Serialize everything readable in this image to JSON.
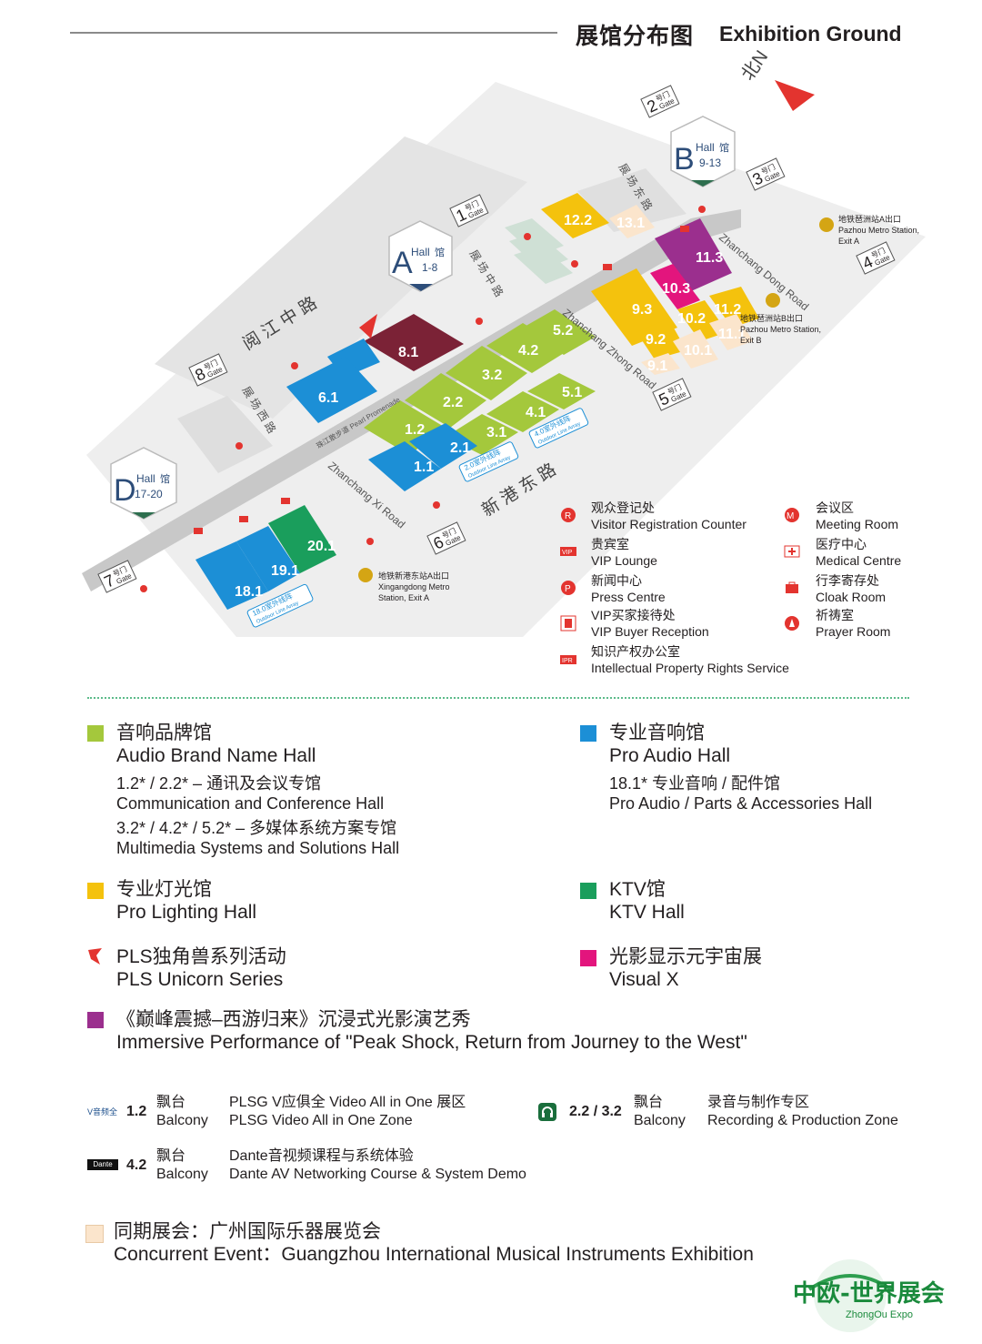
{
  "header": {
    "title_cn": "展馆分布图",
    "title_en": "Exhibition Ground"
  },
  "map": {
    "north_label": "北N",
    "gates": [
      {
        "num": "1",
        "cn": "号门",
        "en": "Gate"
      },
      {
        "num": "2",
        "cn": "号门",
        "en": "Gate"
      },
      {
        "num": "3",
        "cn": "号门",
        "en": "Gate"
      },
      {
        "num": "4",
        "cn": "号门",
        "en": "Gate"
      },
      {
        "num": "5",
        "cn": "号门",
        "en": "Gate"
      },
      {
        "num": "6",
        "cn": "号门",
        "en": "Gate"
      },
      {
        "num": "7",
        "cn": "号门",
        "en": "Gate"
      },
      {
        "num": "8",
        "cn": "号门",
        "en": "Gate"
      }
    ],
    "hall_badges": [
      {
        "letter": "A",
        "hall": "Hall",
        "guan": "馆",
        "range": "1-8"
      },
      {
        "letter": "B",
        "hall": "Hall",
        "guan": "馆",
        "range": "9-13"
      },
      {
        "letter": "D",
        "hall": "Hall",
        "guan": "馆",
        "range": "17-20"
      }
    ],
    "halls": [
      "8.1",
      "6.1",
      "1.2",
      "2.2",
      "3.2",
      "4.2",
      "5.2",
      "1.1",
      "2.1",
      "3.1",
      "4.1",
      "5.1",
      "12.2",
      "13.1",
      "11.3",
      "10.3",
      "11.2",
      "10.2",
      "9.3",
      "9.2",
      "10.1",
      "11.1",
      "9.1",
      "18.1",
      "19.1",
      "20.1"
    ],
    "roads": {
      "yuejiang": "阅 江 中 路",
      "xingang": "新 港 东 路",
      "zhanchang_xi_cn": "展 场 西 路",
      "zhanchang_xi_en": "Zhanchang Xi Road",
      "zhanchang_zhong_cn": "展 场 中 路",
      "zhanchang_zhong_en": "Zhanchang Zhong Road",
      "zhanchang_dong_cn": "展 场 东 路",
      "zhanchang_dong_en": "Zhanchang Dong Road",
      "promenade": "珠江散步道 Pearl Promenade"
    },
    "metro": [
      {
        "cn": "地铁琶洲站A出口",
        "en1": "Pazhou Metro Station,",
        "en2": "Exit A"
      },
      {
        "cn": "地铁琶洲站B出口",
        "en1": "Pazhou Metro Station,",
        "en2": "Exit B"
      },
      {
        "cn": "地铁新港东站A出口",
        "en1": "Xingangdong Metro",
        "en2": "Station, Exit A"
      }
    ],
    "outdoor": [
      {
        "cn": "2.0室外线阵",
        "en": "Outdoor Line Array"
      },
      {
        "cn": "4.0室外线阵",
        "en": "Outdoor Line Array"
      },
      {
        "cn": "18.0室外线阵",
        "en": "Outdoor Line Array"
      }
    ]
  },
  "facilities": [
    {
      "cn": "观众登记处",
      "en": "Visitor Registration Counter",
      "icon": "registration-icon"
    },
    {
      "cn": "会议区",
      "en": "Meeting Room",
      "icon": "meeting-icon"
    },
    {
      "cn": "贵宾室",
      "en": "VIP Lounge",
      "icon": "vip-icon"
    },
    {
      "cn": "医疗中心",
      "en": "Medical Centre",
      "icon": "medical-icon"
    },
    {
      "cn": "新闻中心",
      "en": "Press Centre",
      "icon": "press-icon"
    },
    {
      "cn": "行李寄存处",
      "en": "Cloak Room",
      "icon": "cloak-icon"
    },
    {
      "cn": "VIP买家接待处",
      "en": "VIP Buyer Reception",
      "icon": "vip-buyer-icon"
    },
    {
      "cn": "祈祷室",
      "en": "Prayer Room",
      "icon": "prayer-icon"
    },
    {
      "cn": "知识产权办公室",
      "en": "Intellectual Property Rights Service",
      "icon": "ipr-icon"
    }
  ],
  "legend": {
    "audio_brand": {
      "cn": "音响品牌馆",
      "en": "Audio Brand Name Hall",
      "color": "#a4c83c",
      "sub1_cn": "1.2* / 2.2* – 通讯及会议专馆",
      "sub1_en": "Communication and Conference Hall",
      "sub2_cn": "3.2* / 4.2* / 5.2* – 多媒体系统方案专馆",
      "sub2_en": "Multimedia Systems and Solutions Hall"
    },
    "pro_audio": {
      "cn": "专业音响馆",
      "en": "Pro Audio Hall",
      "color": "#1c8fd6",
      "sub1_cn": "18.1* 专业音响 / 配件馆",
      "sub1_en": "Pro Audio / Parts & Accessories Hall"
    },
    "pro_lighting": {
      "cn": "专业灯光馆",
      "en": "Pro Lighting Hall",
      "color": "#f4c20d"
    },
    "ktv": {
      "cn": "KTV馆",
      "en": "KTV Hall",
      "color": "#1a9e5c"
    },
    "pls": {
      "cn": "PLS独角兽系列活动",
      "en": "PLS Unicorn Series"
    },
    "visual_x": {
      "cn": "光影显示元宇宙展",
      "en": "Visual X",
      "color": "#e3157d"
    },
    "immersive": {
      "cn": "《巅峰震撼–西游归来》沉浸式光影演艺秀",
      "en": "Immersive Performance of  \"Peak Shock, Return from Journey to the West\"",
      "color": "#9b2f8e"
    },
    "concurrent": {
      "cn": "同期展会：广州国际乐器展览会",
      "en": "Concurrent Event：Guangzhou International Musical Instruments Exhibition",
      "color": "#fbe5cc"
    }
  },
  "balconies": [
    {
      "logo": "V音频全",
      "num": "1.2",
      "cn": "飘台",
      "en": "Balcony",
      "desc_cn": "PLSG V应俱全 Video All in One 展区",
      "desc_en": "PLSG Video All in One Zone"
    },
    {
      "logo": "",
      "num": "2.2 / 3.2",
      "cn": "飘台",
      "en": "Balcony",
      "desc_cn": "录音与制作专区",
      "desc_en": "Recording & Production Zone"
    },
    {
      "logo": "Dante",
      "num": "4.2",
      "cn": "飘台",
      "en": "Balcony",
      "desc_cn": "Dante音视频课程与系统体验",
      "desc_en": "Dante AV Networking Course & System Demo"
    }
  ],
  "watermark": {
    "cn": "中欧-世界展会",
    "en": "ZhongOu Expo"
  }
}
